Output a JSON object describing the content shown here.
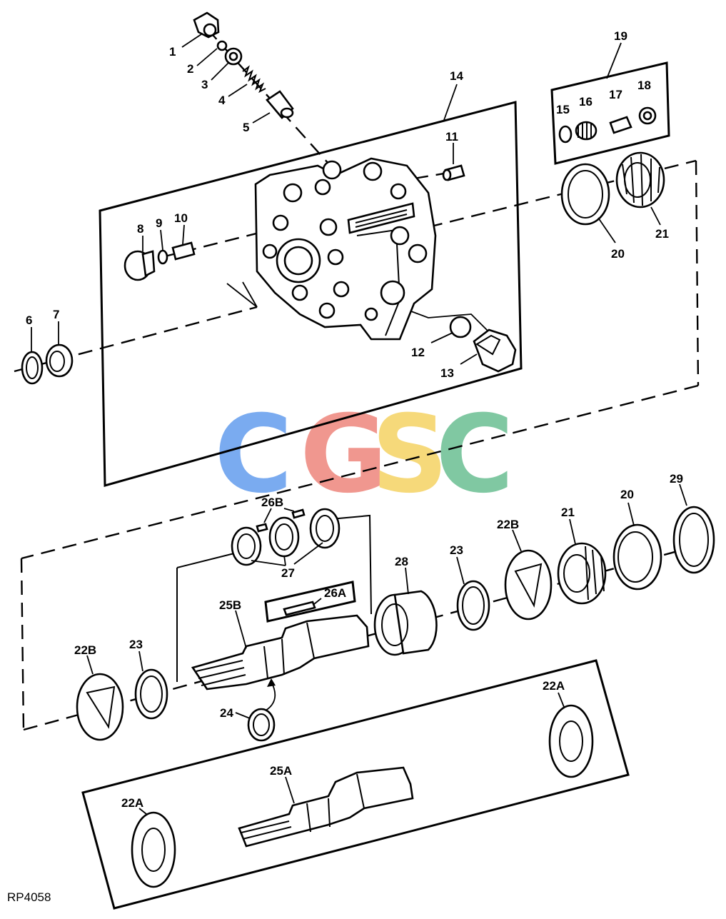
{
  "figure_code": "RP4058",
  "watermark": {
    "letters": [
      "C",
      "G",
      "S",
      "C"
    ],
    "colors": [
      "#6fa4ef",
      "#ef8f86",
      "#f6d66f",
      "#76c49b"
    ]
  },
  "callouts": {
    "c1": "1",
    "c2": "2",
    "c3": "3",
    "c4": "4",
    "c5": "5",
    "c6": "6",
    "c7": "7",
    "c8": "8",
    "c9": "9",
    "c10": "10",
    "c11": "11",
    "c12": "12",
    "c13": "13",
    "c14": "14",
    "c15": "15",
    "c16": "16",
    "c17": "17",
    "c18": "18",
    "c19": "19",
    "c20a": "20",
    "c21a": "21",
    "c26b": "26B",
    "c27": "27",
    "c28": "28",
    "c23a": "23",
    "c22ba": "22B",
    "c21b": "21",
    "c20b": "20",
    "c29": "29",
    "c26a": "26A",
    "c25b": "25B",
    "c22bb": "22B",
    "c23b": "23",
    "c24": "24",
    "c22aa": "22A",
    "c25a": "25A",
    "c22ab": "22A"
  }
}
